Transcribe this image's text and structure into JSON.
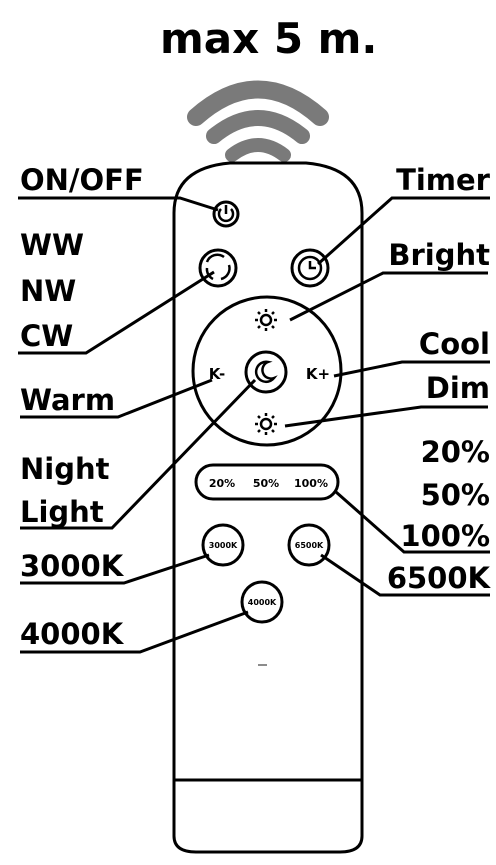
{
  "title": "max 5 m.",
  "labels": {
    "on_off": "ON/OFF",
    "timer": "Timer",
    "ww": "WW",
    "nw": "NW",
    "cw": "CW",
    "bright": "Bright",
    "cool": "Cool",
    "warm": "Warm",
    "dim": "Dim",
    "night": "Night",
    "light": "Light",
    "pct20": "20%",
    "pct50": "50%",
    "pct100": "100%",
    "k3000": "3000K",
    "k6500": "6500K",
    "k4000": "4000K"
  },
  "remote": {
    "k_minus": "K-",
    "k_plus": "K+",
    "btn_20": "20%",
    "btn_50": "50%",
    "btn_100": "100%",
    "btn_3000": "3000K",
    "btn_6500": "6500K",
    "btn_4000": "4000K"
  },
  "colors": {
    "ink": "#000000",
    "signal": "#7a7a7a"
  }
}
